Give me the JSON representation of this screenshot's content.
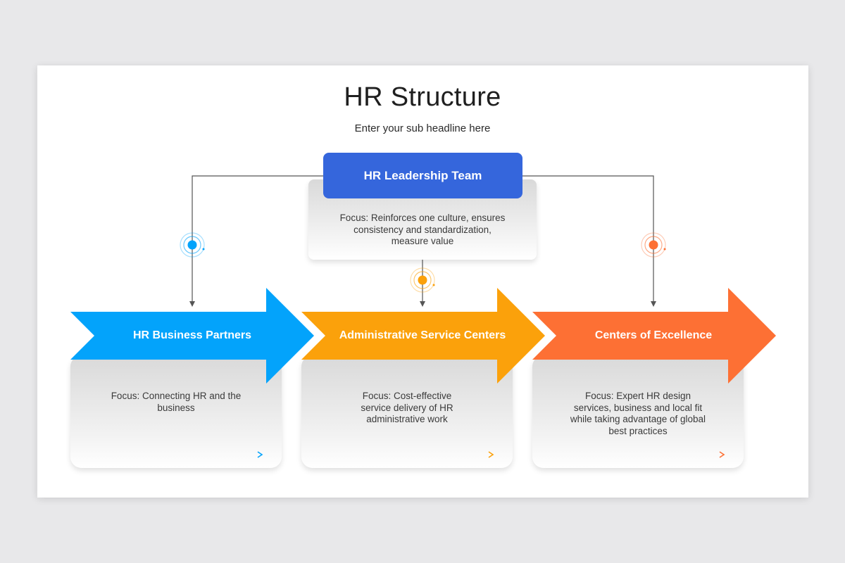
{
  "title": "HR Structure",
  "subtitle": "Enter your sub headline here",
  "leadership": {
    "label": "HR Leadership Team",
    "focus": "Focus: Reinforces one culture, ensures consistency and standardization, measure value",
    "color": "#3566dc"
  },
  "units": [
    {
      "label": "HR Business Partners",
      "focus": "Focus: Connecting HR and the business",
      "color": "#03a3fb"
    },
    {
      "label": "Administrative Service Centers",
      "focus": "Focus: Cost-effective service delivery of HR administrative work",
      "color": "#fba10b"
    },
    {
      "label": "Centers of Excellence",
      "focus": "Focus: Expert HR design services, business and local fit while taking advantage of global best practices",
      "color": "#fd7034"
    }
  ]
}
